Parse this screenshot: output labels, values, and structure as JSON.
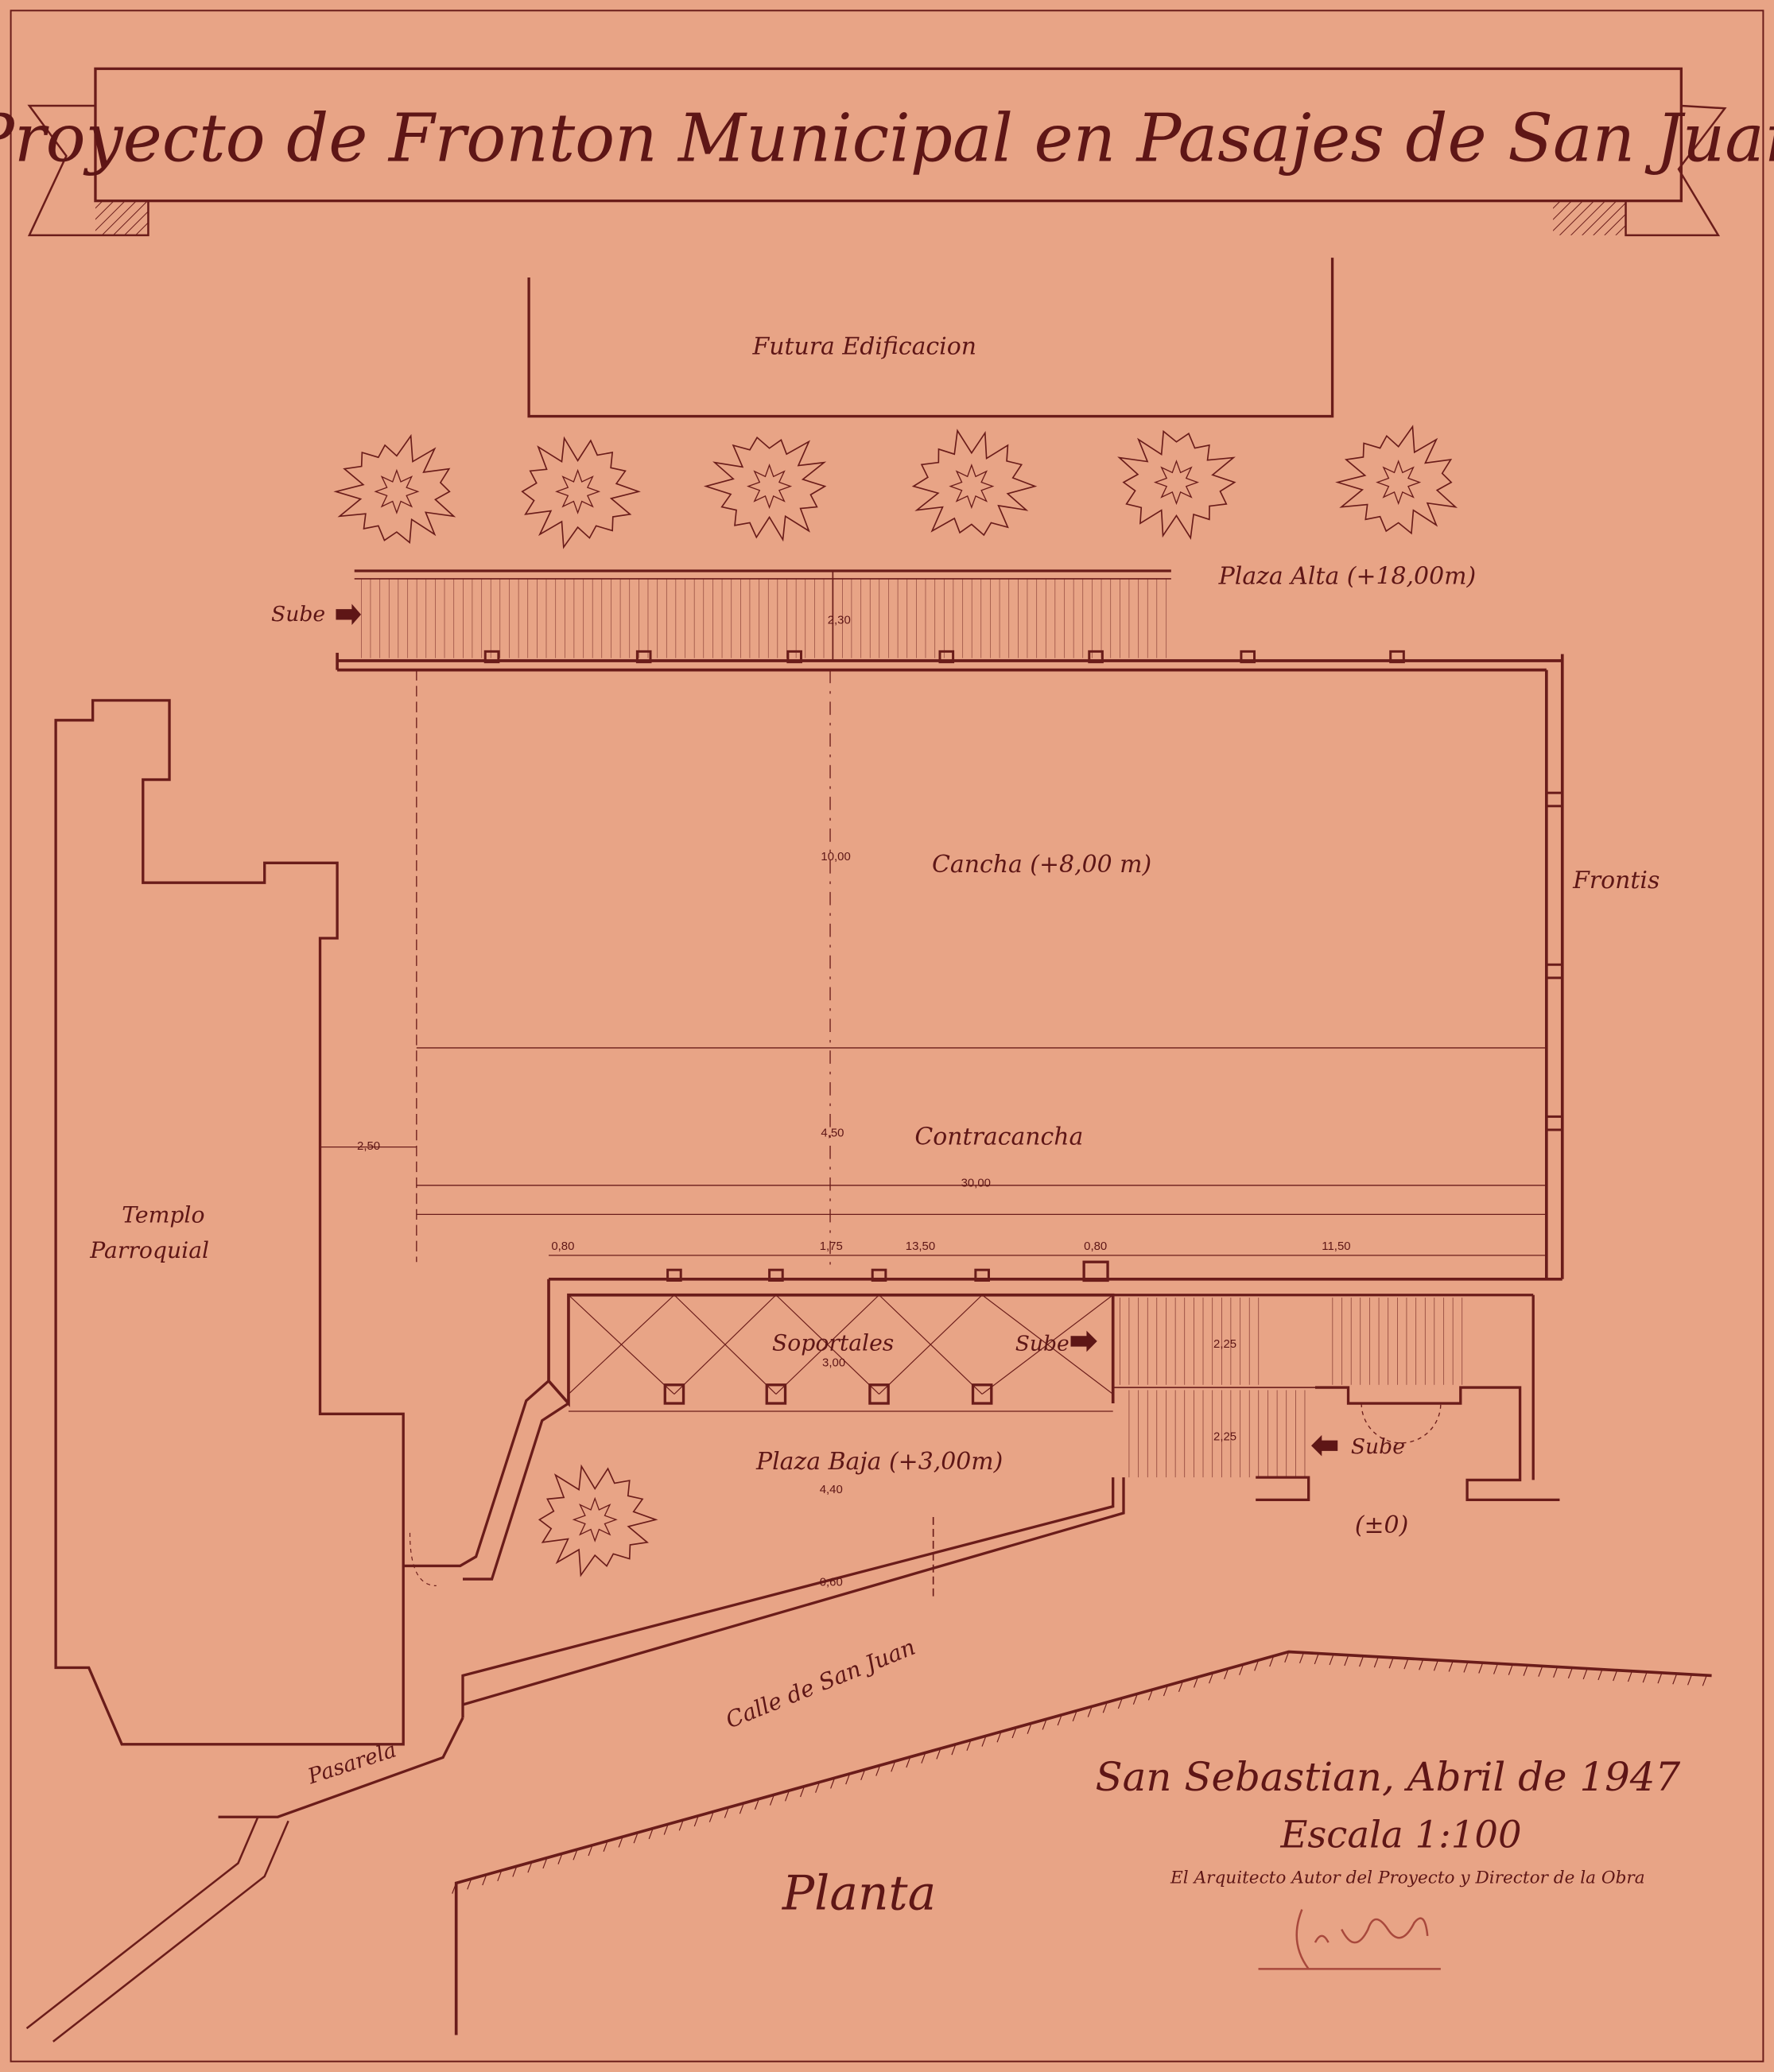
{
  "title": "Proyecto de Fronton Municipal en Pasajes de San Juan",
  "labels": {
    "futura": "Futura Edificacion",
    "plaza_alta": "Plaza Alta (+18,00m)",
    "sube_1": "Sube",
    "sube_2": "Sube",
    "sube_3": "Sube",
    "cancha": "Cancha (+8,00 m)",
    "frontis": "Frontis",
    "contracancha": "Contracancha",
    "templo": "Templo",
    "parroquial": "Parroquial",
    "soportales": "Soportales",
    "plaza_baja": "Plaza Baja (+3,00m)",
    "cero": "(±0)",
    "calle": "Calle de San Juan",
    "pasarela": "Pasarela",
    "planta": "Planta"
  },
  "dimensions": {
    "d230": "2,30",
    "d1000": "10,00",
    "d450": "4,50",
    "d250": "2,50",
    "d3000": "30,00",
    "d080a": "0,80",
    "d175": "1,75",
    "d1350": "13,50",
    "d080b": "0,80",
    "d1150": "11,50",
    "d300": "3,00",
    "d225a": "2,25",
    "d225b": "2,25",
    "d440": "4,40",
    "d060": "0,60"
  },
  "footer": {
    "place_date": "San Sebastian, Abril de 1947",
    "scale": "Escala 1:100",
    "author": "El Arquitecto Autor del Proyecto y Director de la Obra",
    "signature": "signature"
  },
  "colors": {
    "paper": "#e8a486",
    "ink": "#6a1c1a"
  }
}
